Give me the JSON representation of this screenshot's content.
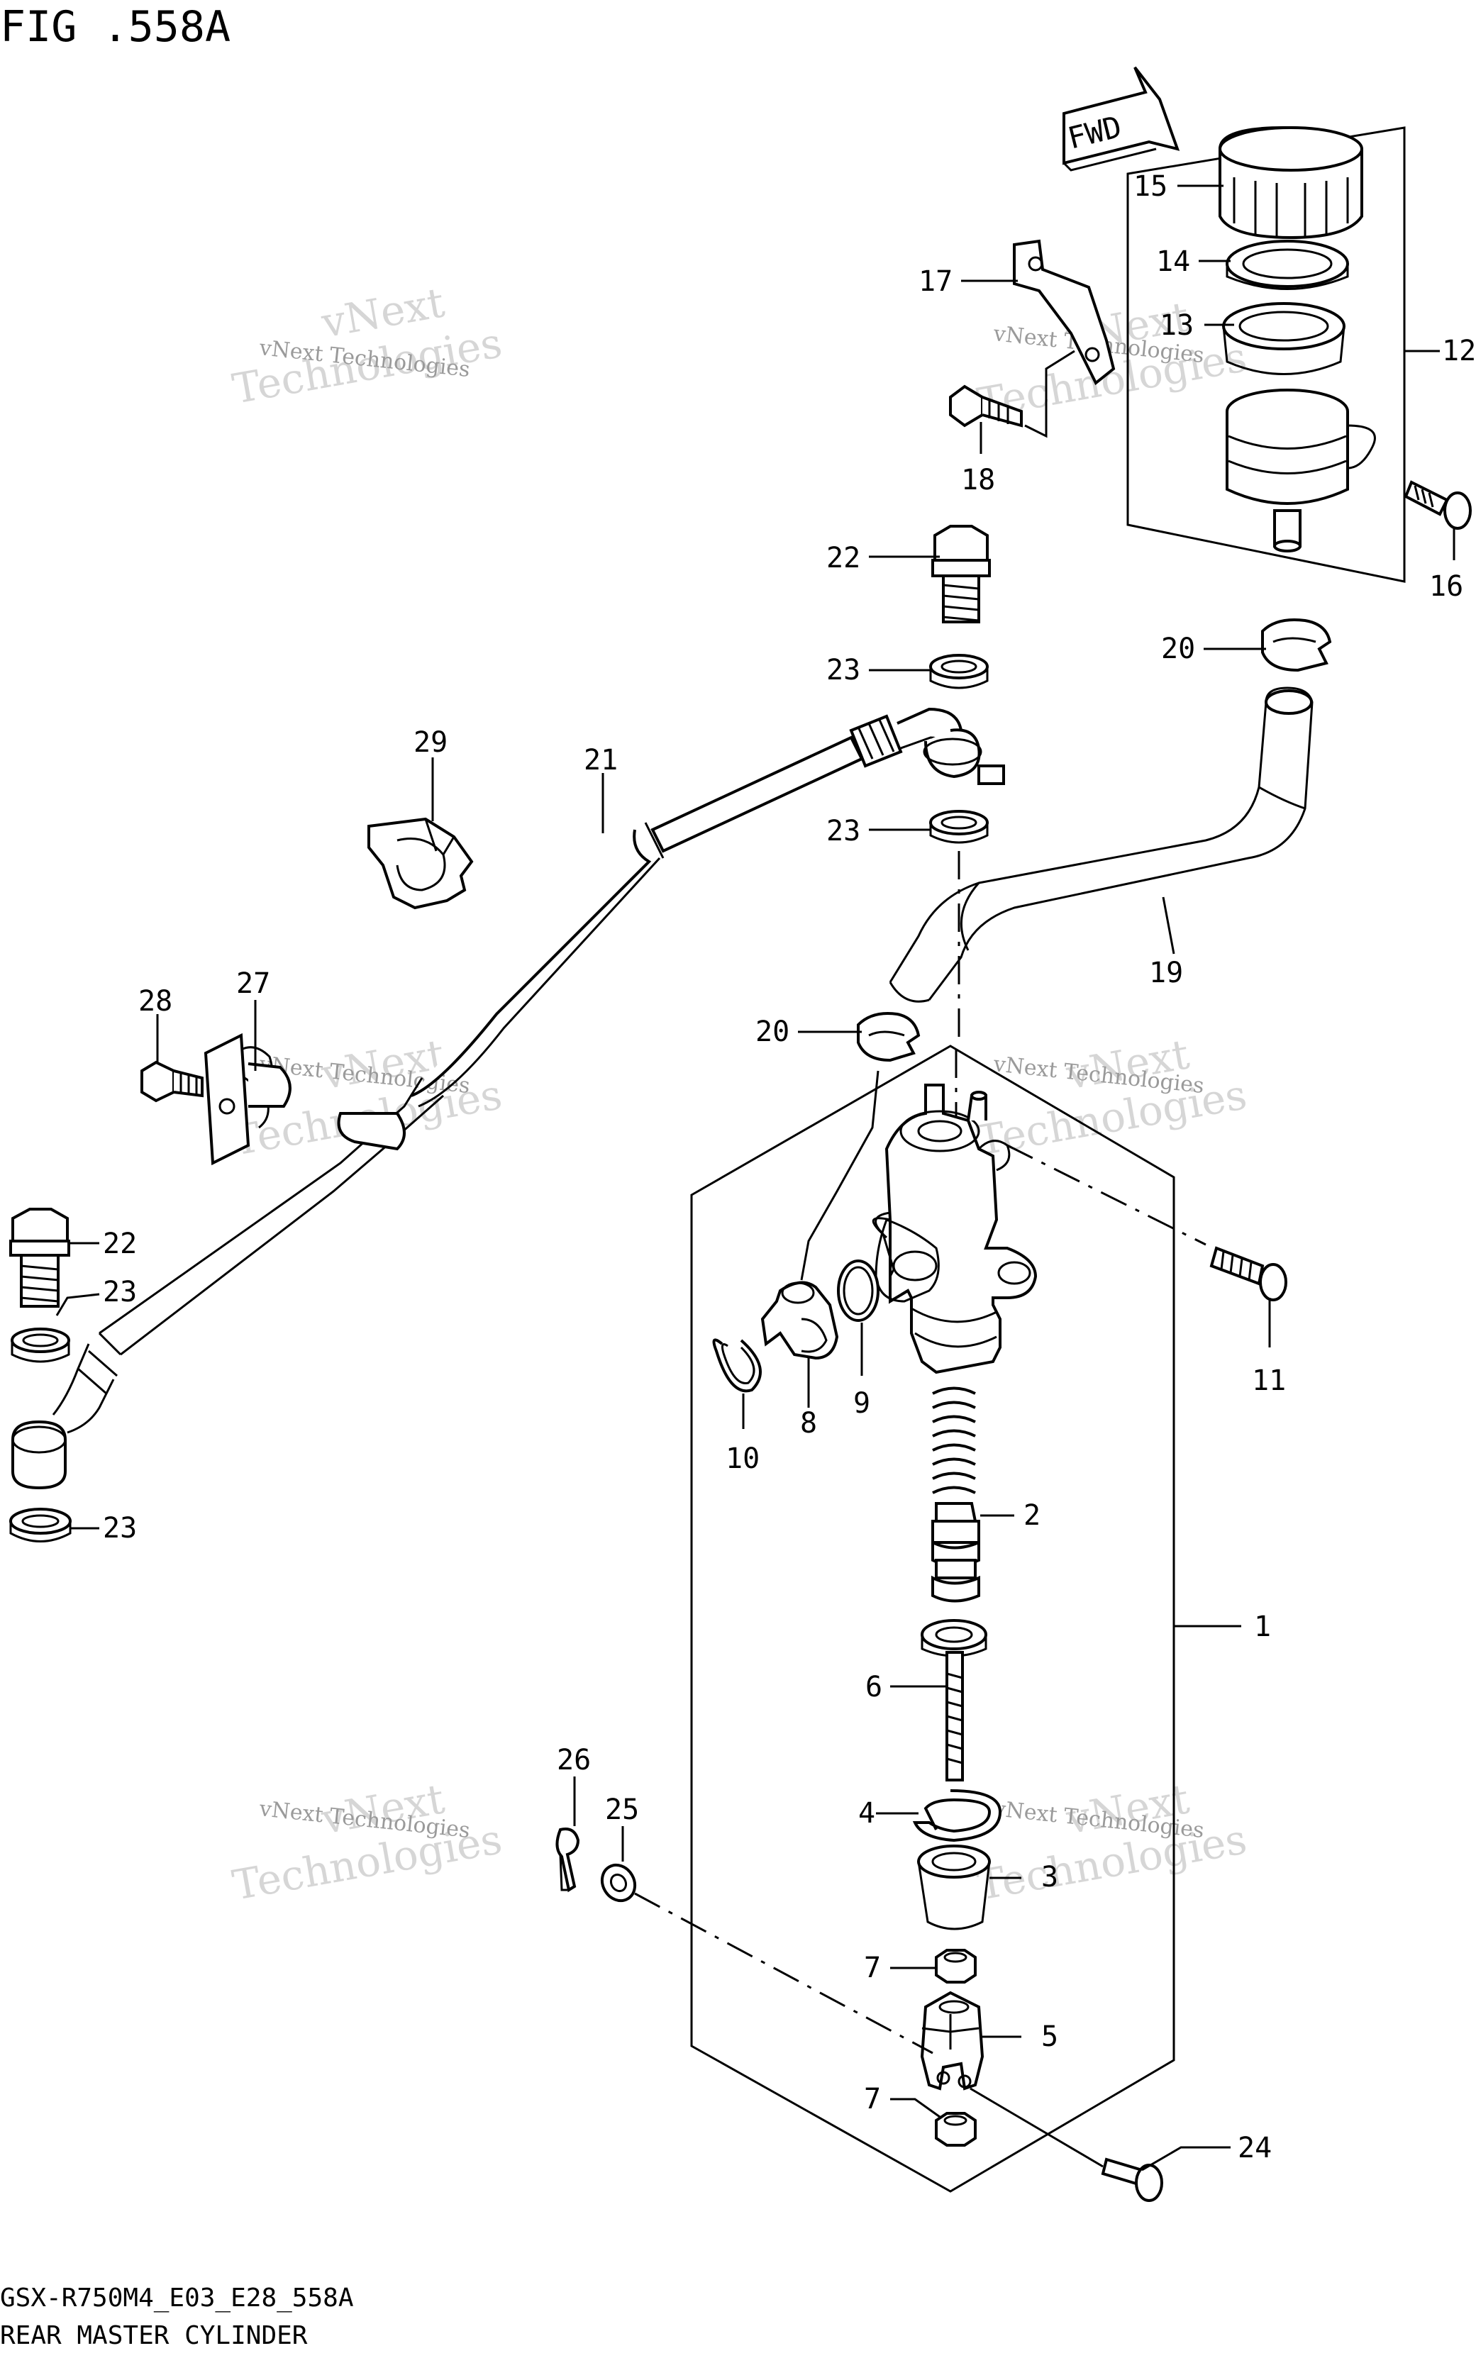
{
  "figure_title": "FIG .558A",
  "fwd_label": "FWD",
  "footer": {
    "model_code": "GSX-R750M4_E03_E28_558A",
    "caption": "REAR MASTER CYLINDER"
  },
  "watermark": {
    "line1": "vNext Technologies",
    "line2": "vNext",
    "line3": "Technologies"
  },
  "callouts": {
    "c1": "1",
    "c2": "2",
    "c3": "3",
    "c4": "4",
    "c5": "5",
    "c6": "6",
    "c7a": "7",
    "c7b": "7",
    "c8": "8",
    "c9": "9",
    "c10": "10",
    "c11": "11",
    "c12": "12",
    "c13": "13",
    "c14": "14",
    "c15": "15",
    "c16": "16",
    "c17": "17",
    "c18": "18",
    "c19": "19",
    "c20a": "20",
    "c20b": "20",
    "c21": "21",
    "c22a": "22",
    "c22b": "22",
    "c23a": "23",
    "c23b": "23",
    "c23c": "23",
    "c23d": "23",
    "c24": "24",
    "c25": "25",
    "c26": "26",
    "c27": "27",
    "c28": "28",
    "c29": "29"
  }
}
